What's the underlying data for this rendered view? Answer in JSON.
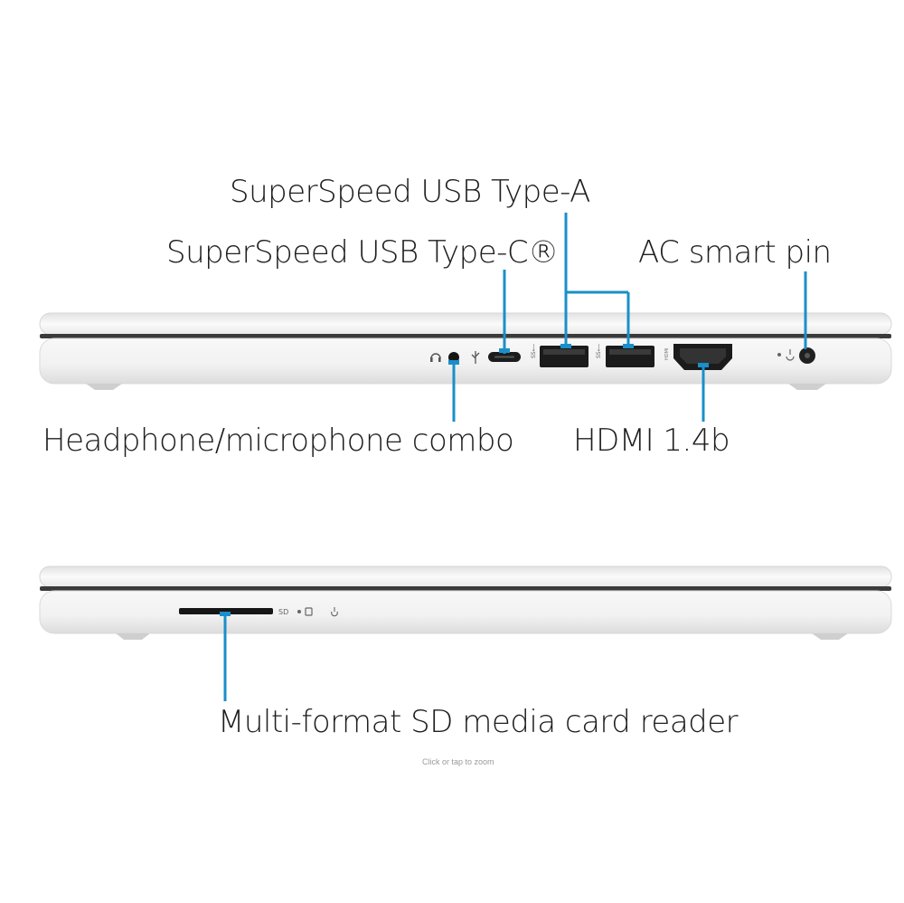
{
  "callouts": {
    "usb_a": "SuperSpeed USB Type-A",
    "usb_c": "SuperSpeed USB Type-C®",
    "ac_pin": "AC smart pin",
    "headphone": "Headphone/microphone combo",
    "hdmi": "HDMI 1.4b",
    "sd_reader": "Multi-format SD media card reader"
  },
  "port_marks": {
    "sd": "SD"
  },
  "zoom_hint": "Click or tap to zoom",
  "colors": {
    "callout_line": "#1a8fc9",
    "chassis": "#f2f2f2",
    "port": "#1b1b1b"
  },
  "icons": [
    "headphone-icon",
    "usb-icon",
    "power-icon"
  ]
}
